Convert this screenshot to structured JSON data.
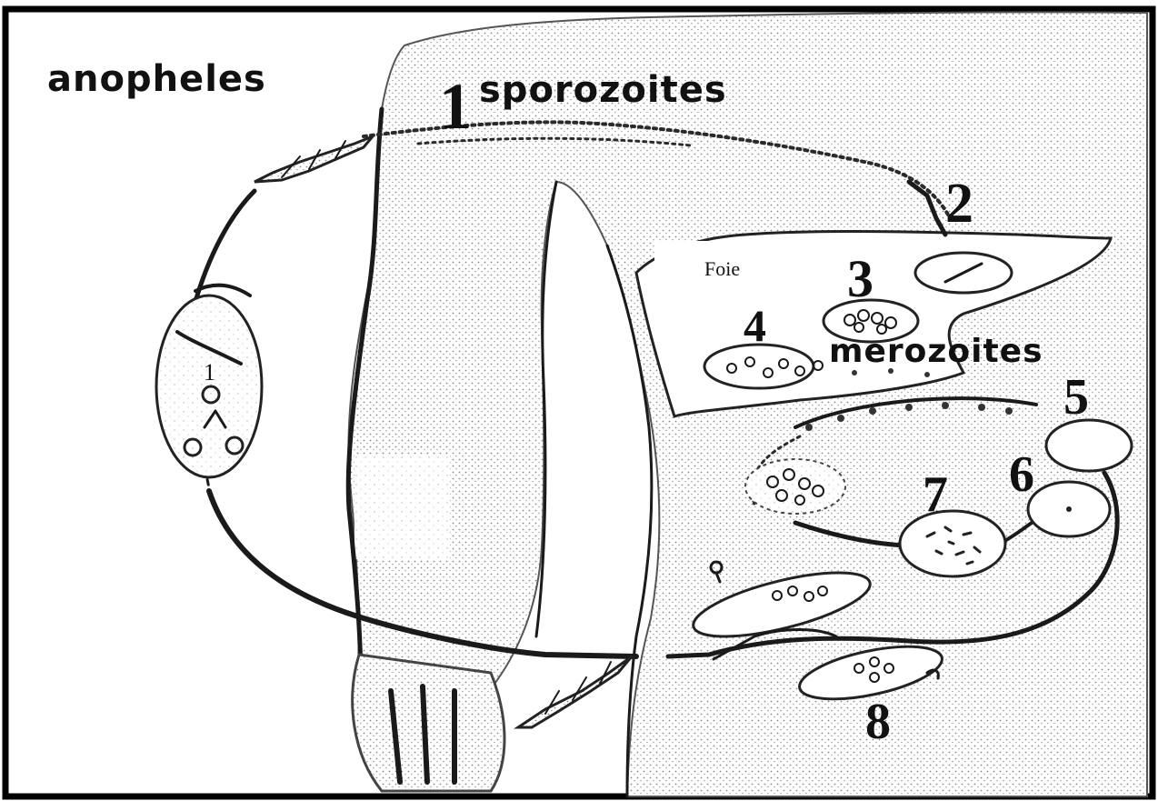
{
  "labels": {
    "anopheles": "anopheles",
    "sporozoites": "sporozoites",
    "merozoites": "merozoites",
    "foie": "Foie"
  },
  "stage_numbers": {
    "n1_top": "1",
    "n1_mosquito": "1",
    "n2": "2",
    "n3": "3",
    "n4": "4",
    "n5": "5",
    "n6": "6",
    "n7": "7",
    "n8": "8"
  },
  "colors": {
    "ink": "#1a1a1a",
    "paper": "#ffffff",
    "stipple": "#9a9a9a",
    "frame": "#000000"
  }
}
